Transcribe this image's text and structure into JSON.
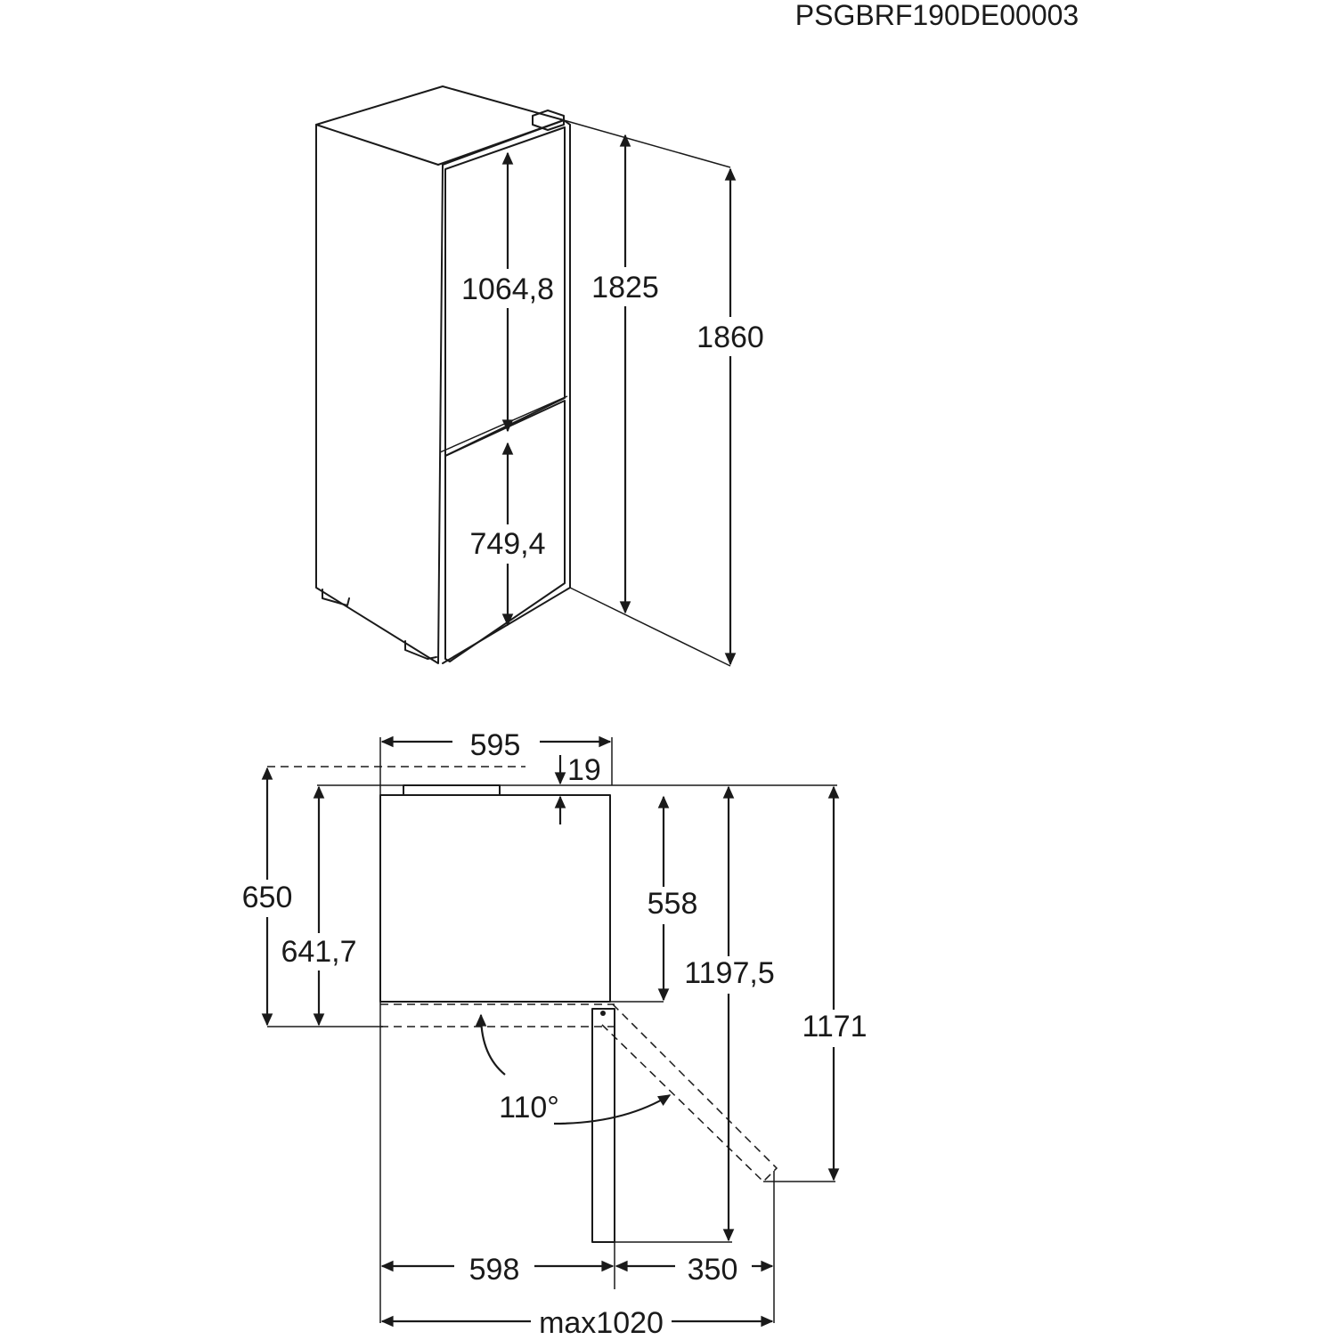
{
  "document_code": "PSGBRF190DE00003",
  "line_color": "#1a1a1a",
  "background_color": "#ffffff",
  "perspective_view": {
    "fridge_door_height": "1064,8",
    "freezer_door_height": "749,4",
    "body_height": "1825",
    "total_height": "1860"
  },
  "top_view": {
    "body_width": "595",
    "handle_offset": "19",
    "depth_with_handle": "650",
    "depth_without_handle": "641,7",
    "body_depth": "558",
    "depth_door_open": "1197,5",
    "depth_door_open_110": "1171",
    "door_opening_angle": "110°",
    "width_with_hinge": "598",
    "door_swing_clearance": "350",
    "max_total_width": "max1020"
  }
}
